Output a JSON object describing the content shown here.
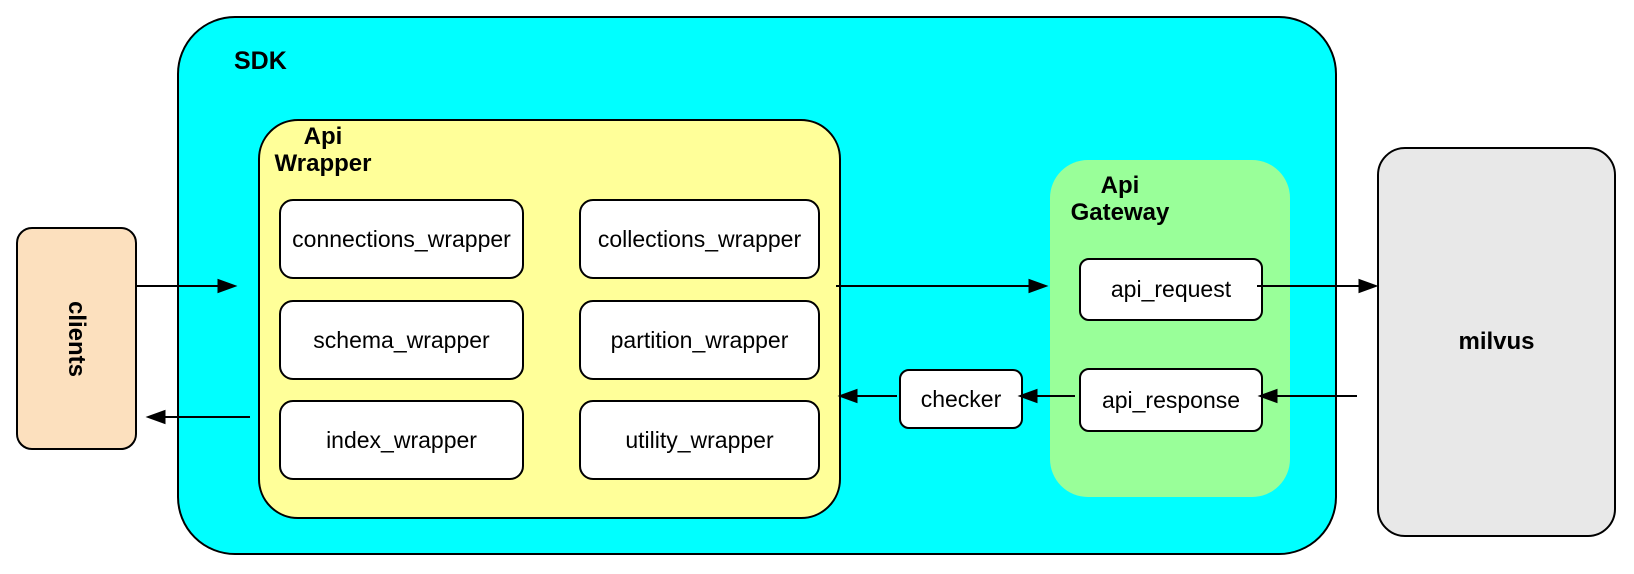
{
  "diagram": {
    "background": "#FFFFFF",
    "stroke_color": "#000000",
    "nodes": {
      "clients": {
        "label": "clients",
        "fill": "#FCE0BE",
        "label_orientation": "vertical"
      },
      "sdk": {
        "label": "SDK",
        "fill": "#00FFFF"
      },
      "api_wrapper": {
        "label": "Api\nWrapper",
        "fill": "#FFFF99",
        "modules": [
          "connections_wrapper",
          "collections_wrapper",
          "schema_wrapper",
          "partition_wrapper",
          "index_wrapper",
          "utility_wrapper"
        ],
        "module_fill": "#FFFFFF"
      },
      "checker": {
        "label": "checker",
        "fill": "#FFFFFF"
      },
      "api_gateway": {
        "label": "Api\nGateway",
        "fill": "#99FF99",
        "endpoints": [
          "api_request",
          "api_response"
        ],
        "endpoint_fill": "#FFFFFF"
      },
      "milvus": {
        "label": "milvus",
        "fill": "#E8E8E8"
      }
    },
    "edges": [
      {
        "from": "clients",
        "to": "sdk",
        "direction": "right"
      },
      {
        "from": "api_wrapper",
        "to": "api_gateway",
        "direction": "right"
      },
      {
        "from": "api_request",
        "to": "milvus",
        "direction": "right"
      },
      {
        "from": "milvus",
        "to": "api_response",
        "direction": "left"
      },
      {
        "from": "api_response",
        "to": "checker",
        "direction": "left"
      },
      {
        "from": "checker",
        "to": "api_wrapper",
        "direction": "left"
      },
      {
        "from": "sdk",
        "to": "clients",
        "direction": "left"
      }
    ]
  }
}
